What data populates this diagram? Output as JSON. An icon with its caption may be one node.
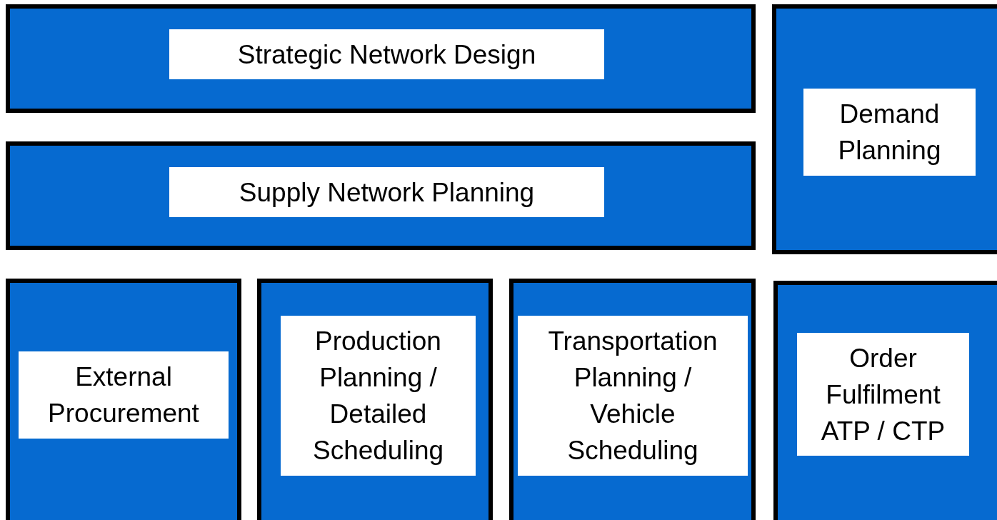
{
  "diagram": {
    "nodes": [
      {
        "text": [],
        "shape": "box"
      },
      {
        "text": [
          "Strategic Network Design"
        ],
        "in": 0
      },
      {
        "text": [],
        "shape": "box"
      },
      {
        "text": [
          "Demand Planning"
        ],
        "in": 2
      },
      {
        "text": [],
        "shape": "box"
      },
      {
        "text": [
          "Supply Network Planning"
        ],
        "in": 4
      },
      {
        "text": [],
        "shape": "box"
      },
      {
        "text": [
          "External Procurement"
        ],
        "in": 6
      },
      {
        "text": [],
        "shape": "box"
      },
      {
        "text": [
          "Production Planning / Detailed Scheduling"
        ],
        "in": 8
      },
      {
        "text": [],
        "shape": "box"
      },
      {
        "text": [
          "Transportation Planning / Vehicle Scheduling"
        ],
        "in": 10
      },
      {
        "text": [],
        "shape": "box"
      },
      {
        "text": [
          "Order Fulfilment ATP / CTP"
        ],
        "in": 12
      }
    ]
  }
}
